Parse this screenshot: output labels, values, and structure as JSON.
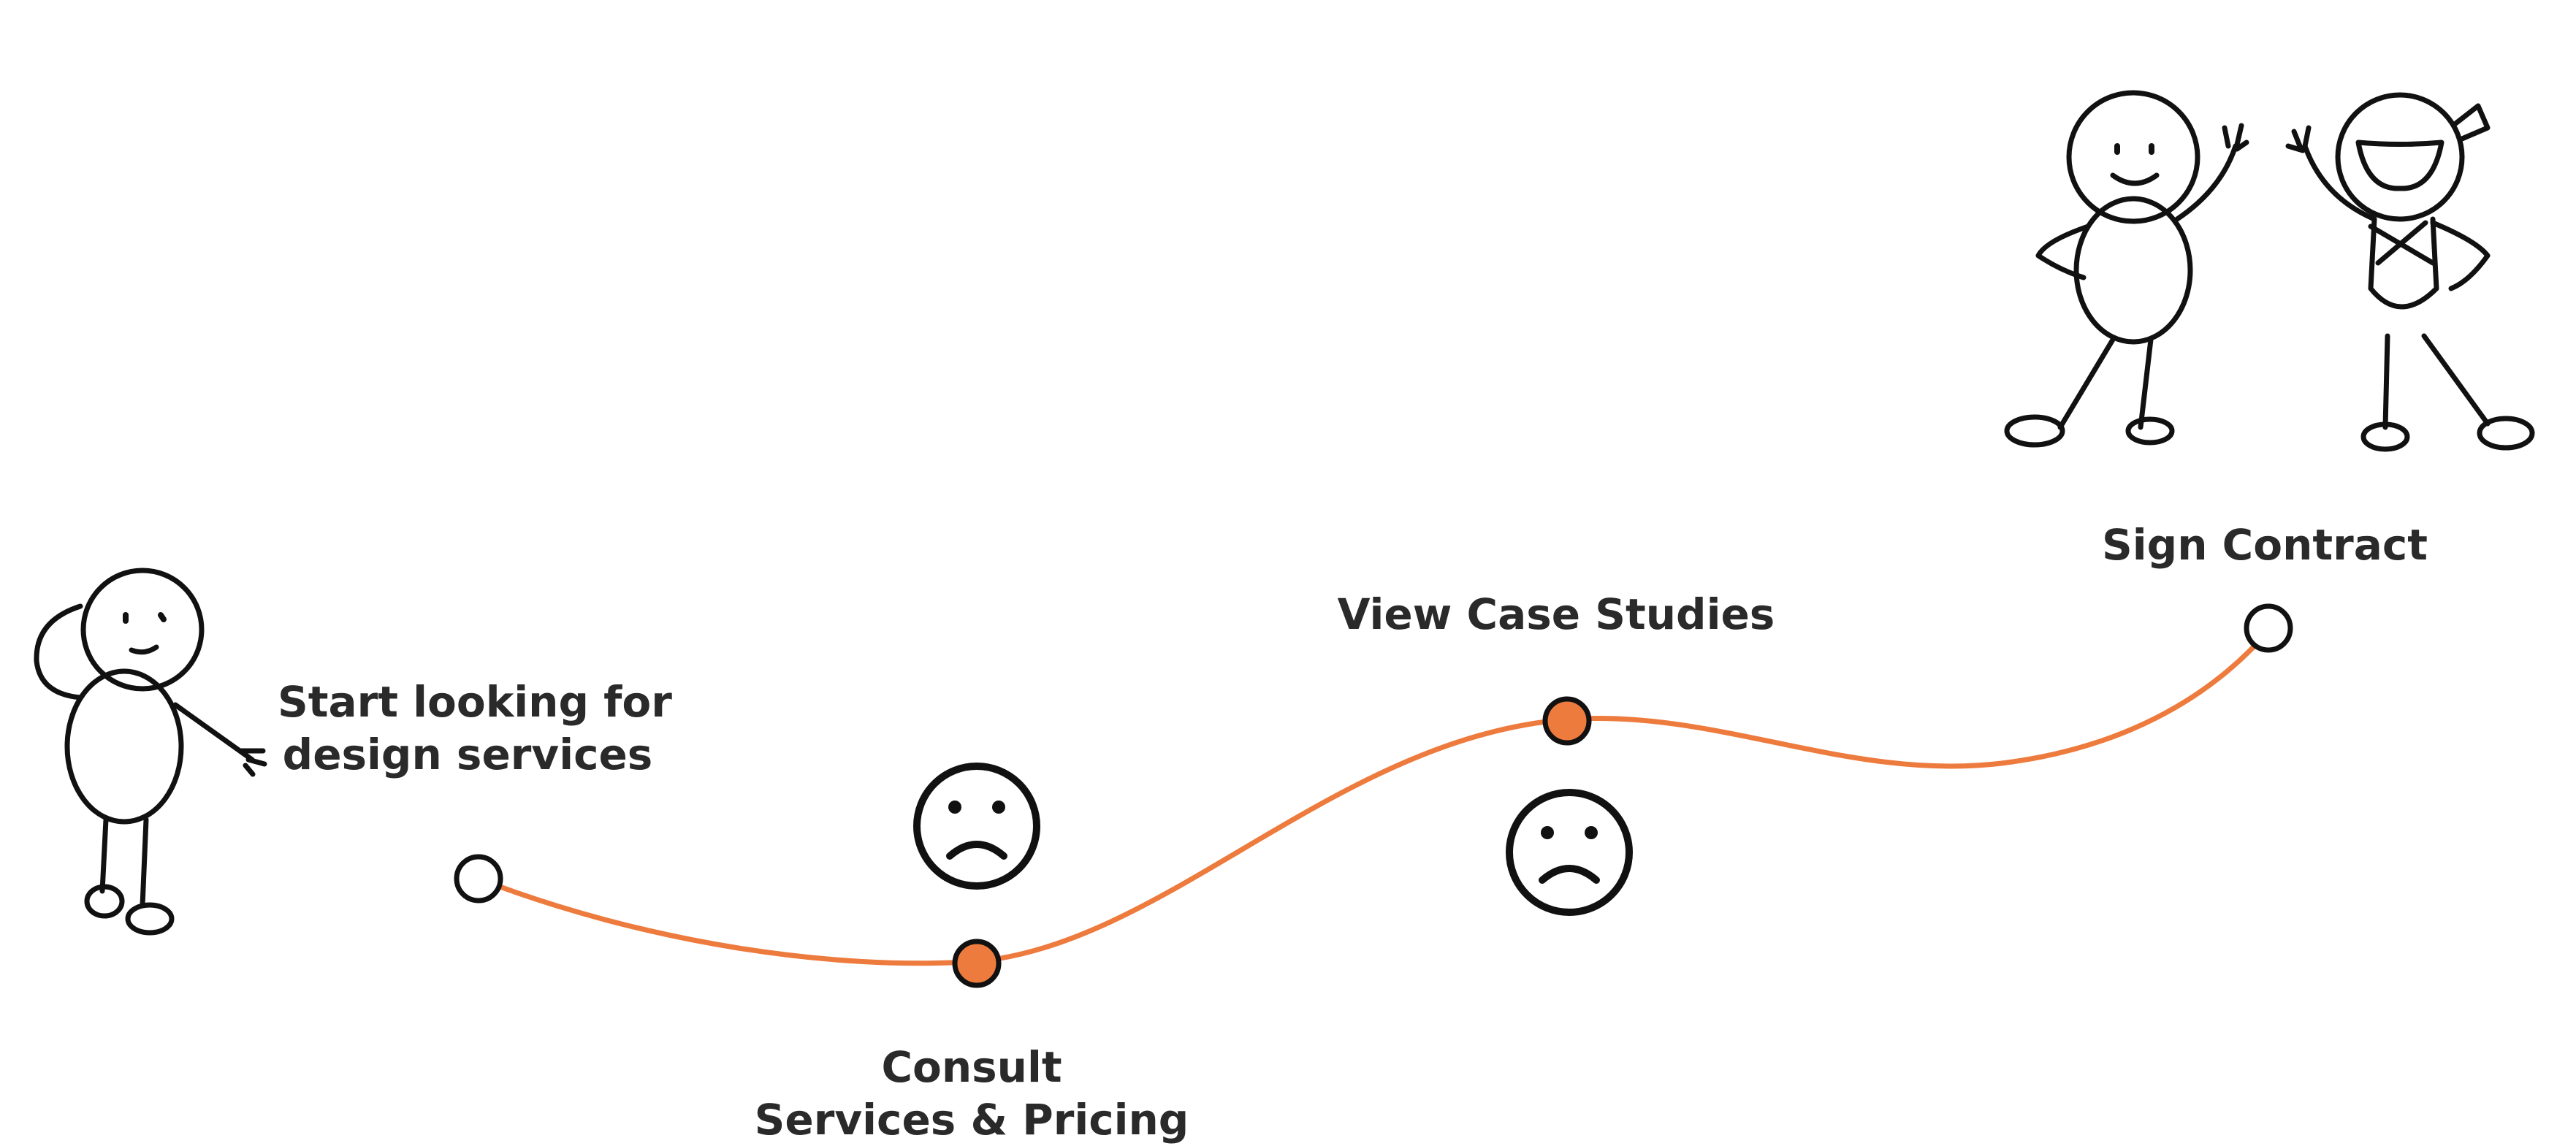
{
  "colors": {
    "accent": "#ee7b3e",
    "ink": "#111111",
    "text": "#2a2a2a"
  },
  "journey": {
    "steps": [
      {
        "lines": [
          "Start looking for",
          "design services"
        ],
        "marker": "hollow"
      },
      {
        "lines": [
          "Consult",
          "Services & Pricing"
        ],
        "marker": "filled",
        "emotion": "sad"
      },
      {
        "lines": [
          "View Case Studies"
        ],
        "marker": "filled",
        "emotion": "sad"
      },
      {
        "lines": [
          "Sign Contract"
        ],
        "marker": "hollow"
      }
    ]
  },
  "illustrations": {
    "start": "thinking-stick-figure",
    "end": "two-waving-stick-figures"
  }
}
